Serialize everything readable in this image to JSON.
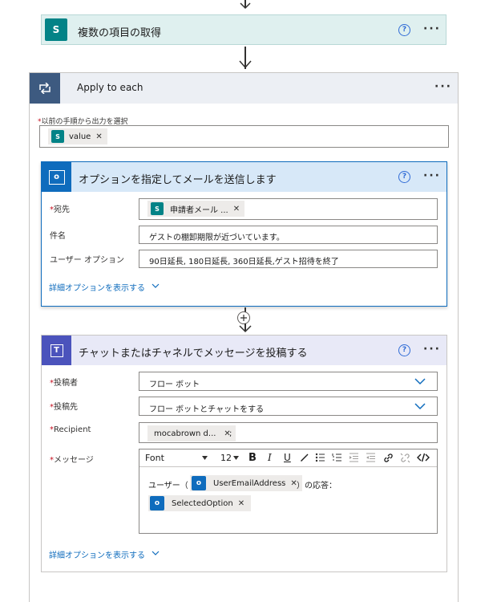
{
  "get_items": {
    "title": "複数の項目の取得",
    "help": "?",
    "more": "···"
  },
  "apply_each": {
    "title": "Apply to each",
    "more": "···",
    "select_label": "以前の手順から出力を選択",
    "token": "value"
  },
  "send_email": {
    "title": "オプションを指定してメールを送信します",
    "help": "?",
    "more": "···",
    "to_label": "宛先",
    "to_token": "申請者メール ...",
    "subject_label": "件名",
    "subject_value": "ゲストの棚卸期限が近づいています。",
    "options_label": "ユーザー オプション",
    "options_value": "90日延長, 180日延長, 360日延長,ゲスト招待を終了",
    "advanced": "詳細オプションを表示する"
  },
  "teams_post": {
    "title": "チャットまたはチャネルでメッセージを投稿する",
    "help": "?",
    "more": "···",
    "poster_label": "投稿者",
    "poster_value": "フロー ボット",
    "post_in_label": "投稿先",
    "post_in_value": "フロー ボットとチャットをする",
    "recipient_label": "Recipient",
    "recipient_token": "mocabrown d...",
    "recipient_suffix": ";",
    "message_label": "メッセージ",
    "toolbar": {
      "font": "Font",
      "size": "12",
      "bold": "B",
      "italic": "I",
      "underline": "U"
    },
    "msg_prefix": "ユーザー（",
    "msg_token1": "UserEmailAddress",
    "msg_mid": "）の応答：",
    "msg_token2": "SelectedOption",
    "advanced": "詳細オプションを表示する"
  },
  "colors": {
    "sharepoint": "#038387",
    "outlook": "#0f6cbd",
    "teams": "#4b53bc",
    "loop_header": "#3d5a80",
    "accent_link": "#0f6cbd"
  }
}
